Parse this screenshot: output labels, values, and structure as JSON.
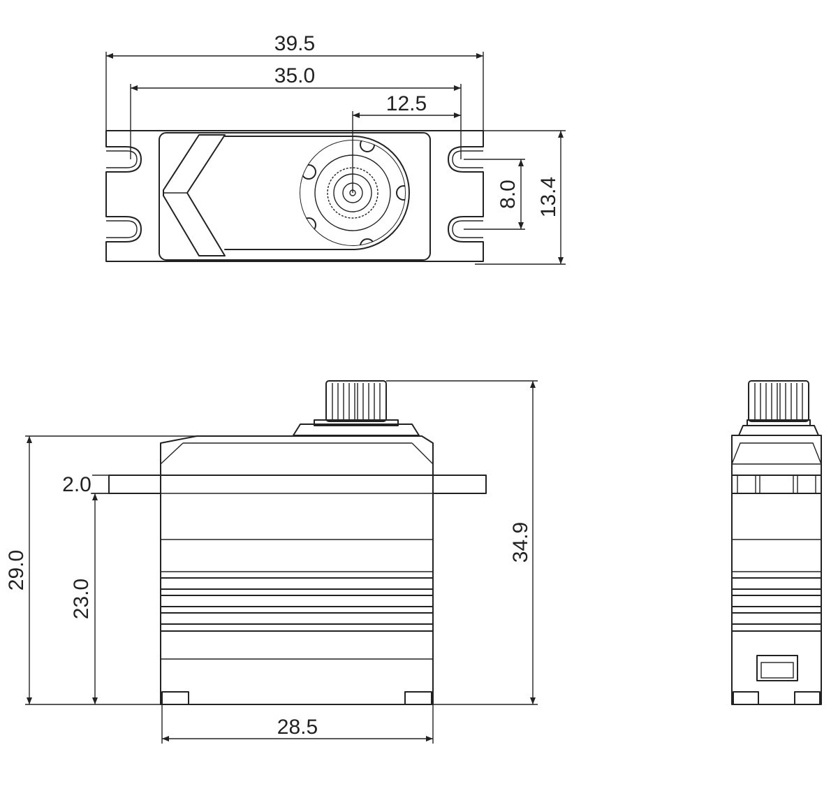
{
  "dimensions": {
    "top_overall_width": "39.5",
    "top_hole_spacing": "35.0",
    "top_shaft_offset": "12.5",
    "top_slot_spacing": "8.0",
    "top_overall_depth": "13.4",
    "front_ear_thickness": "2.0",
    "front_ear_height": "23.0",
    "front_body_height": "29.0",
    "front_overall_height": "34.9",
    "front_body_width": "28.5"
  },
  "colors": {
    "line": "#222222",
    "background": "#ffffff"
  }
}
